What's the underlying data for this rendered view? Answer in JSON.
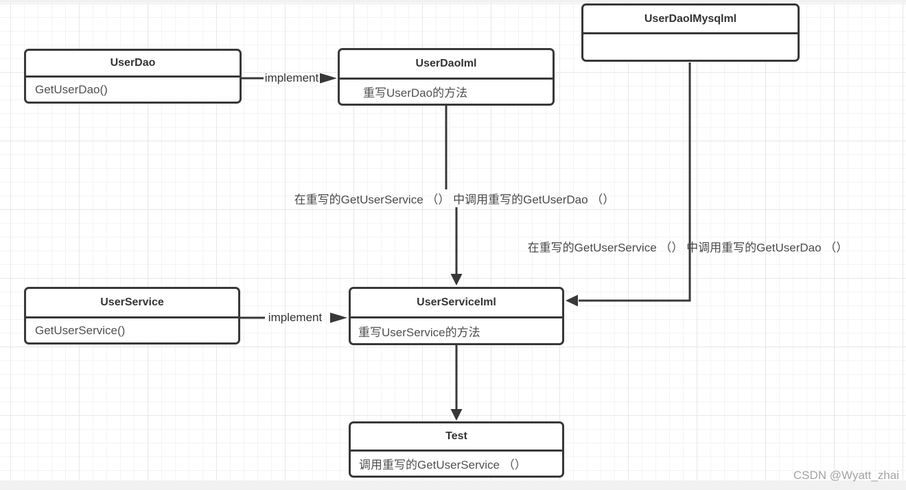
{
  "diagram": {
    "classes": [
      {
        "id": "user-dao",
        "title": "UserDao",
        "body": "GetUserDao()"
      },
      {
        "id": "user-dao-iml",
        "title": "UserDaoIml",
        "body": "重写UserDao的方法"
      },
      {
        "id": "user-dao-imysql",
        "title": "UserDaoIMysqlml",
        "body": ""
      },
      {
        "id": "user-service",
        "title": "UserService",
        "body": "GetUserService()"
      },
      {
        "id": "user-service-iml",
        "title": "UserServiceIml",
        "body": "重写UserService的方法"
      },
      {
        "id": "test",
        "title": "Test",
        "body": "调用重写的GetUserService （）"
      }
    ],
    "edge_labels": {
      "implement_top": "implement",
      "implement_bottom": "implement",
      "dao_call": "在重写的GetUserService （） 中调用重写的GetUserDao （）",
      "mysql_call": "在重写的GetUserService （） 中调用重写的GetUserDao （）"
    },
    "colors": {
      "line": "#383838",
      "box_border": "#383838",
      "title_text": "#333333",
      "body_text": "#4f4f4f",
      "label_text": "#4a4a4a",
      "watermark_text": "#a3a3a3",
      "grid_minor": "#f4f4f4",
      "grid_major": "#e7e7e7"
    }
  },
  "watermark": {
    "text": "CSDN @Wyatt_zhai"
  }
}
